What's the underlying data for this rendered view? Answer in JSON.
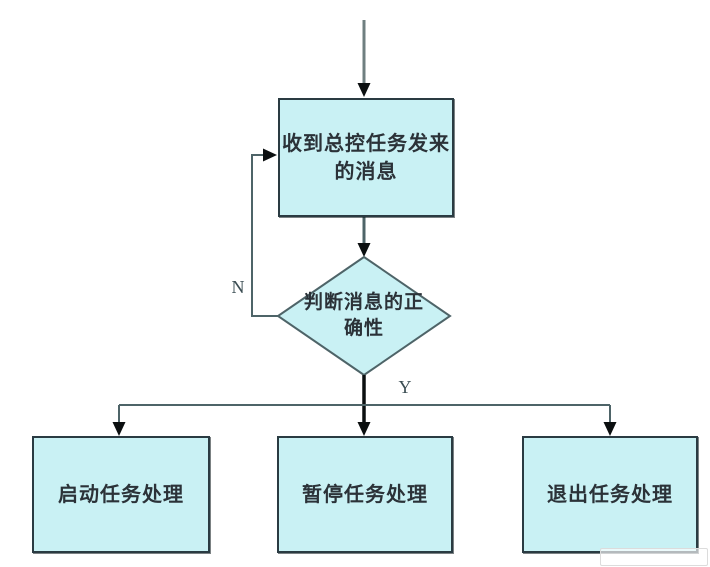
{
  "flowchart": {
    "nodes": {
      "receive_message": {
        "label": "收到总控任务发来的消息",
        "lines": [
          "收到总控任务发来",
          "的消息"
        ]
      },
      "decision": {
        "label": "判断消息的正确性",
        "lines": [
          "判断消息的正",
          "确性"
        ]
      },
      "start_task": {
        "label": "启动任务处理"
      },
      "pause_task": {
        "label": "暂停任务处理"
      },
      "exit_task": {
        "label": "退出任务处理"
      }
    },
    "edge_labels": {
      "no": "N",
      "yes": "Y"
    },
    "colors": {
      "node_fill": "#c9f1f4",
      "node_border": "#2a3b42",
      "line": "#4e6468",
      "arrow": "#0b0f10",
      "text": "#2b3238",
      "label": "#3b4d53"
    }
  }
}
